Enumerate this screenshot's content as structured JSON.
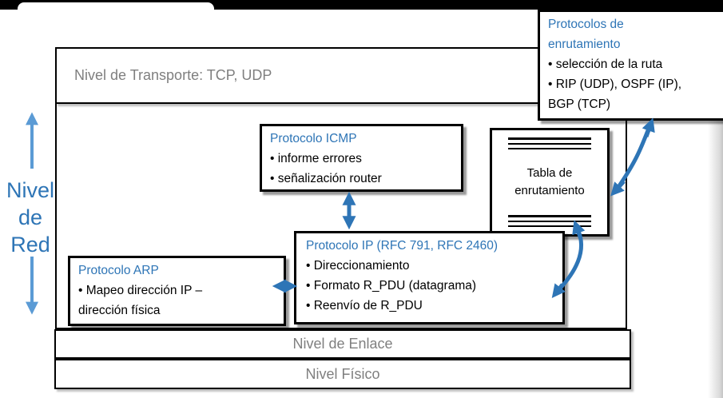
{
  "slide": {
    "side_label": {
      "line1": "Nivel",
      "line2": "de",
      "line3": "Red"
    },
    "layers": {
      "transport_label": "Nivel de Transporte: TCP, UDP",
      "link_label": "Nivel de Enlace",
      "physical_label": "Nivel Físico"
    },
    "boxes": {
      "routing_protocols": {
        "title_line1": "Protocolos de",
        "title_line2": "enrutamiento",
        "bullet1": "• selección de la ruta",
        "bullet2": "• RIP (UDP), OSPF (IP),",
        "bullet2_cont": "BGP (TCP)"
      },
      "icmp": {
        "title": "Protocolo ICMP",
        "bullet1": "• informe errores",
        "bullet2": "• señalización router"
      },
      "ip": {
        "title": "Protocolo IP (RFC 791, RFC 2460)",
        "bullet1": "• Direccionamiento",
        "bullet2": "• Formato R_PDU (datagrama)",
        "bullet3": "• Reenvío de R_PDU"
      },
      "arp": {
        "title": "Protocolo ARP",
        "bullet1": "• Mapeo dirección IP –",
        "bullet1_cont": "dirección física"
      },
      "routing_table": {
        "label_line1": "Tabla de",
        "label_line2": "enrutamiento"
      }
    },
    "colors": {
      "accent_blue": "#2E75B6",
      "side_arrow_blue": "#5B9BD5",
      "muted_gray": "#7f7f7f",
      "border_black": "#000000"
    }
  }
}
